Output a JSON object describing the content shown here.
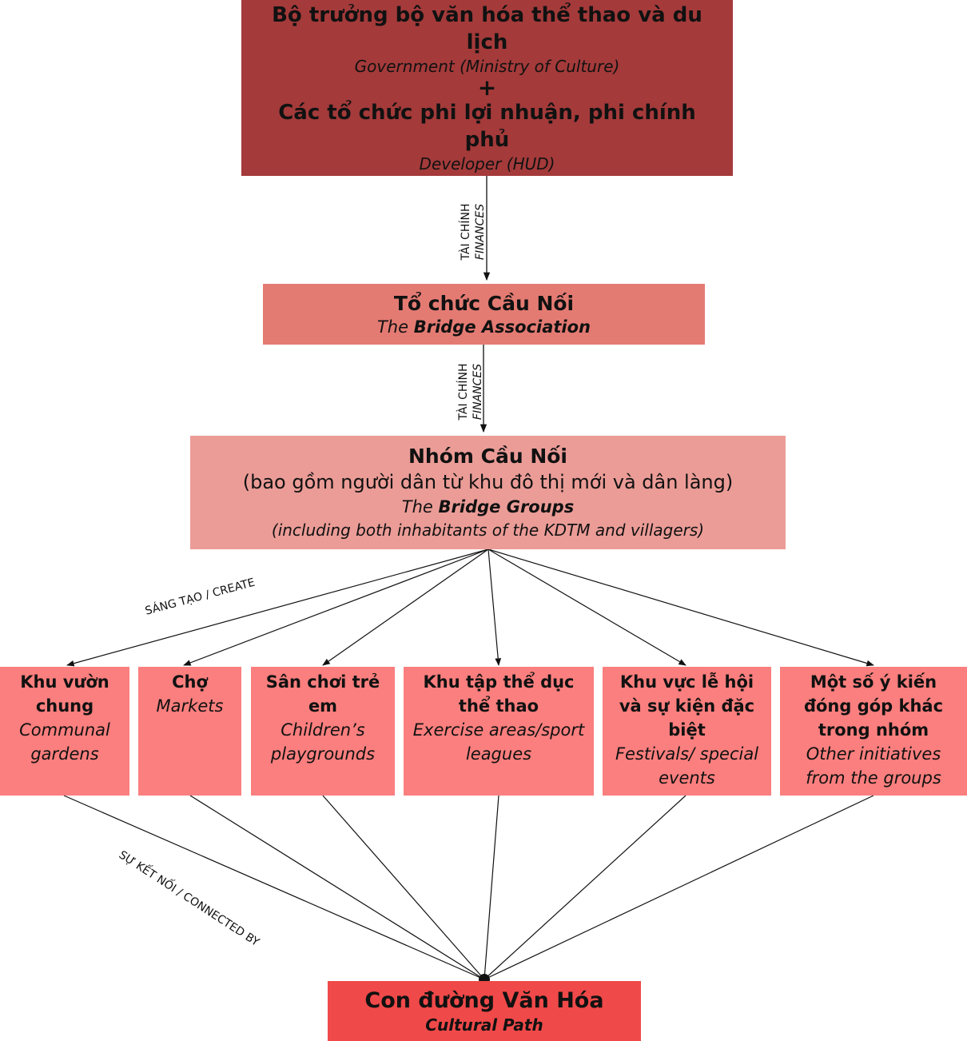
{
  "top": {
    "title_vi": "Bộ trưởng bộ văn hóa thể thao và du lịch",
    "title_en": "Government (Ministry of Culture)",
    "plus": "+",
    "subtitle_vi": "Các tổ chức phi lợi nhuận, phi chính phủ",
    "subtitle_en": "Developer (HUD)"
  },
  "finance_label": {
    "vi": "TÀI CHÍNH",
    "en": "FINANCES"
  },
  "association": {
    "title_vi": "Tổ chức Cầu Nối",
    "en_prefix": "The",
    "en_bold": "Bridge Association"
  },
  "groups": {
    "title_vi": "Nhóm Cầu Nối",
    "desc_vi": "(bao gồm người dân từ khu đô thị mới và dân làng)",
    "en_prefix": "The",
    "en_bold": "Bridge Groups",
    "desc_en": "(including both inhabitants of the KDTM and villagers)"
  },
  "create_label": "SÁNG TẠO / CREATE",
  "connected_label": "SỰ KẾT NỐI / CONNECTED BY",
  "initiatives": [
    {
      "vi": "Khu vườn chung",
      "en": "Communal gardens"
    },
    {
      "vi": "Chợ",
      "en": "Markets"
    },
    {
      "vi": "Sân chơi trẻ em",
      "en": "Children’s playgrounds"
    },
    {
      "vi": "Khu tập thể dục thể thao",
      "en": "Exercise areas/sport leagues"
    },
    {
      "vi": "Khu vực lễ hội và sự kiện đặc biệt",
      "en": "Festivals/ special events"
    },
    {
      "vi": "Một số ý kiến đóng góp khác trong nhóm",
      "en": "Other initiatives from the groups"
    }
  ],
  "path": {
    "title_vi": "Con đường Văn Hóa",
    "title_en": "Cultural Path"
  },
  "colors": {
    "top": "#a43a3a",
    "association": "#e47b73",
    "groups": "#eb9c97",
    "initiatives": "#fa7f7e",
    "path": "#f04949"
  }
}
